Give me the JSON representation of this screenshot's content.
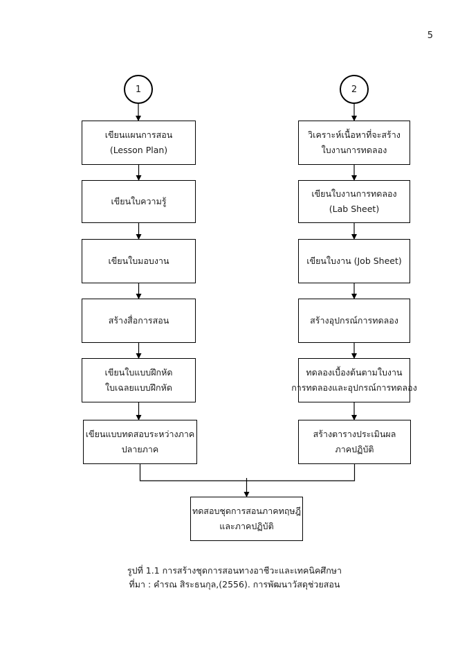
{
  "page_number": "5",
  "nodes": {
    "c1": "1",
    "c2": "2",
    "l1": [
      "เขียนแผนการสอน",
      "(Lesson Plan)"
    ],
    "l2": [
      "เขียนใบความรู้"
    ],
    "l3": [
      "เขียนใบมอบงาน"
    ],
    "l4": [
      "สร้างสื่อการสอน"
    ],
    "l5": [
      "เขียนใบแบบฝึกหัด",
      "ใบเฉลยแบบฝึกหัด"
    ],
    "l6": [
      "เขียนแบบทดสอบระหว่างภาค",
      "ปลายภาค"
    ],
    "r1": [
      "วิเคราะห์เนื้อหาที่จะสร้าง",
      "ใบงานการทดลอง"
    ],
    "r2": [
      "เขียนใบงานการทดลอง",
      "(Lab Sheet)"
    ],
    "r3": [
      "เขียนใบงาน (Job Sheet)"
    ],
    "r4": [
      "สร้างอุปกรณ์การทดลอง"
    ],
    "r5": [
      "ทดลองเบื้องต้นตามใบงาน",
      "การทดลองและอุปกรณ์การทดลอง"
    ],
    "r6": [
      "สร้างตารางประเมินผล",
      "ภาคปฏิบัติ"
    ],
    "final": [
      "ทดสอบชุดการสอนภาคทฤษฎี",
      "และภาคปฏิบัติ"
    ]
  },
  "edges": [
    [
      "c1",
      "l1"
    ],
    [
      "l1",
      "l2"
    ],
    [
      "l2",
      "l3"
    ],
    [
      "l3",
      "l4"
    ],
    [
      "l4",
      "l5"
    ],
    [
      "l5",
      "l6"
    ],
    [
      "c2",
      "r1"
    ],
    [
      "r1",
      "r2"
    ],
    [
      "r2",
      "r3"
    ],
    [
      "r3",
      "r4"
    ],
    [
      "r4",
      "r5"
    ],
    [
      "r5",
      "r6"
    ],
    [
      "l6",
      "final"
    ],
    [
      "r6",
      "final"
    ]
  ],
  "caption": {
    "line1": "รูปที่ 1.1 การสร้างชุดการสอนทางอาชีวะและเทคนิคศึกษา",
    "line2": "ที่มา : คำรณ สิระธนกุล,(2556). การพัฒนาวัสดุช่วยสอน"
  }
}
